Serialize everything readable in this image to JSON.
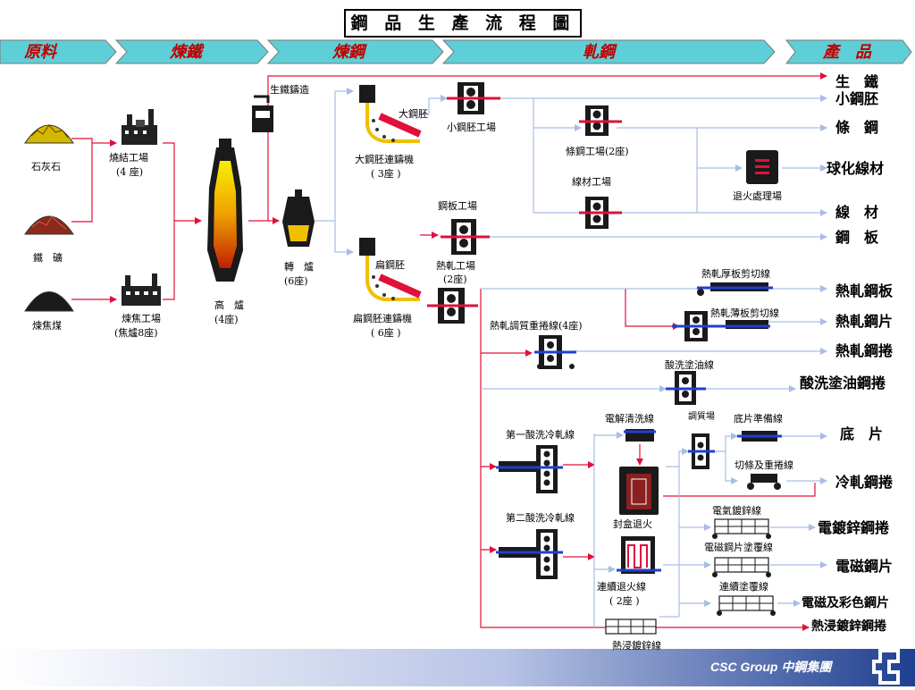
{
  "title": "鋼 品 生 產 流 程 圖",
  "stages": [
    "原料",
    "煉鐵",
    "煉鋼",
    "軋鋼",
    "產　品"
  ],
  "raw": {
    "limestone": "石灰石",
    "iron_ore": "鐵　礦",
    "coal": "煉焦煤"
  },
  "plants": {
    "sinter": "燒結工場",
    "sinter_count": "(4 座)",
    "coke": "煉焦工場",
    "coke_count": "(焦爐8座)",
    "blast_furnace": "高　爐",
    "blast_furnace_count": "(4座)",
    "pig_casting": "生鐵鑄造",
    "converter": "轉　爐",
    "converter_count": "(6座)",
    "bloom_cc": "大鋼胚連鑄機",
    "bloom_cc_count": "( 3座 )",
    "bloom": "大鋼胚",
    "slab_cc": "扁鋼胚連鑄機",
    "slab_cc_count": "( 6座 )",
    "slab": "扁鋼胚",
    "billet_mill": "小鋼胚工場",
    "bar_mill": "條鋼工場(2座)",
    "wire_mill": "線材工場",
    "annealing": "退火處理場",
    "plate_mill": "鋼板工場",
    "hot_strip": "熱軋工場",
    "hot_strip_count": "(2座)",
    "heavy_shear": "熱軋厚板剪切線",
    "thin_shear": "熱軋薄板剪切線",
    "skin_pass": "熱軋調質重捲線(4座)",
    "pickle_oil": "酸洗塗油線",
    "cold1": "第一酸洗冷軋線",
    "cold2": "第二酸洗冷軋線",
    "electro_clean": "電解清洗線",
    "temper": "調質場",
    "blackplate_prep": "底片準備線",
    "slit_recoil": "切條及重捲線",
    "batch_anneal": "封盒退火",
    "cont_anneal": "連續退火線",
    "cont_anneal_count": "( 2座 )",
    "electro_galv": "電氣鍍鋅線",
    "emag_coat": "電磁鋼片塗覆線",
    "cont_coat": "連續塗覆線",
    "hdg": "熱浸鍍鋅線"
  },
  "products": {
    "pig_iron": "生　鐵",
    "billet": "小鋼胚",
    "bar": "條　鋼",
    "spheroidized": "球化線材",
    "wire": "線　材",
    "plate": "鋼　板",
    "hr_plate": "熱軋鋼板",
    "hr_sheet": "熱軋鋼片",
    "hr_coil": "熱軋鋼捲",
    "po_coil": "酸洗塗油鋼捲",
    "blackplate": "底　片",
    "cr_coil": "冷軋鋼捲",
    "eg_coil": "電鍍鋅鋼捲",
    "electrical": "電磁鋼片",
    "emag_color": "電磁及彩色鋼片",
    "hdg_coil": "熱浸鍍鋅鋼捲"
  },
  "footer": "CSC Group 中鋼集團",
  "colors": {
    "stage_band": "#5ecfd6",
    "stage_text": "#c00000",
    "flow_red": "#e0103a",
    "flow_blue": "#a9bde3",
    "footer": "#1f3f8f"
  }
}
